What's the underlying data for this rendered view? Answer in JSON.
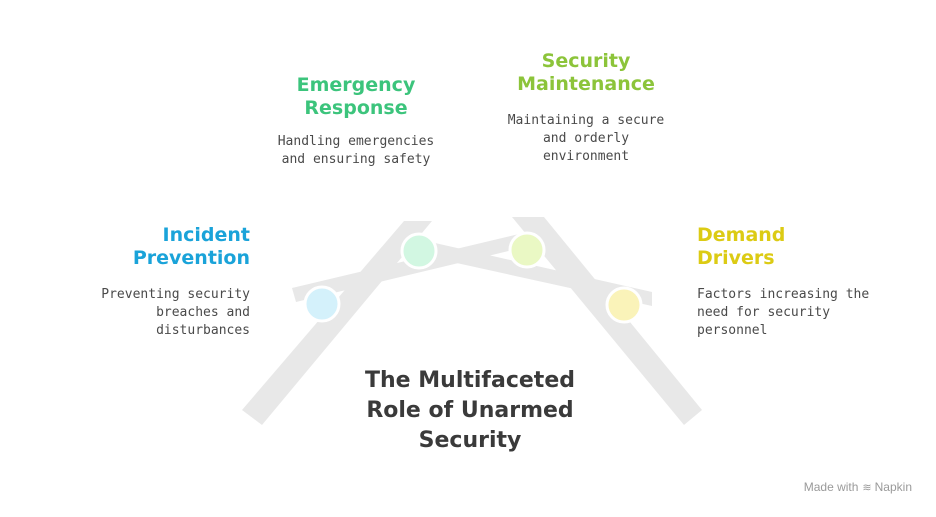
{
  "diagram": {
    "center_title": [
      "The Multifaceted",
      "Role of Unarmed",
      "Security"
    ],
    "items": [
      {
        "id": "incident-prevention",
        "title": [
          "Incident",
          "Prevention"
        ],
        "description": [
          "Preventing security",
          "breaches and",
          "disturbances"
        ],
        "color": "#1aa3d9",
        "dot_color": "#d4f1fb"
      },
      {
        "id": "emergency-response",
        "title": [
          "Emergency",
          "Response"
        ],
        "description": [
          "Handling emergencies",
          "and ensuring safety"
        ],
        "color": "#3cc47c",
        "dot_color": "#d2f7e2"
      },
      {
        "id": "security-maintenance",
        "title": [
          "Security",
          "Maintenance"
        ],
        "description": [
          "Maintaining a secure",
          "and orderly",
          "environment"
        ],
        "color": "#8cc43a",
        "dot_color": "#eaf8c4"
      },
      {
        "id": "demand-drivers",
        "title": [
          "Demand",
          "Drivers"
        ],
        "description": [
          "Factors increasing the",
          "need for security",
          "personnel"
        ],
        "color": "#dccb14",
        "dot_color": "#faf3b9"
      }
    ],
    "beam_color": "#e8e8e8"
  },
  "watermark": {
    "prefix": "Made with",
    "brand": "Napkin",
    "icon": "napkin-logo-icon"
  }
}
